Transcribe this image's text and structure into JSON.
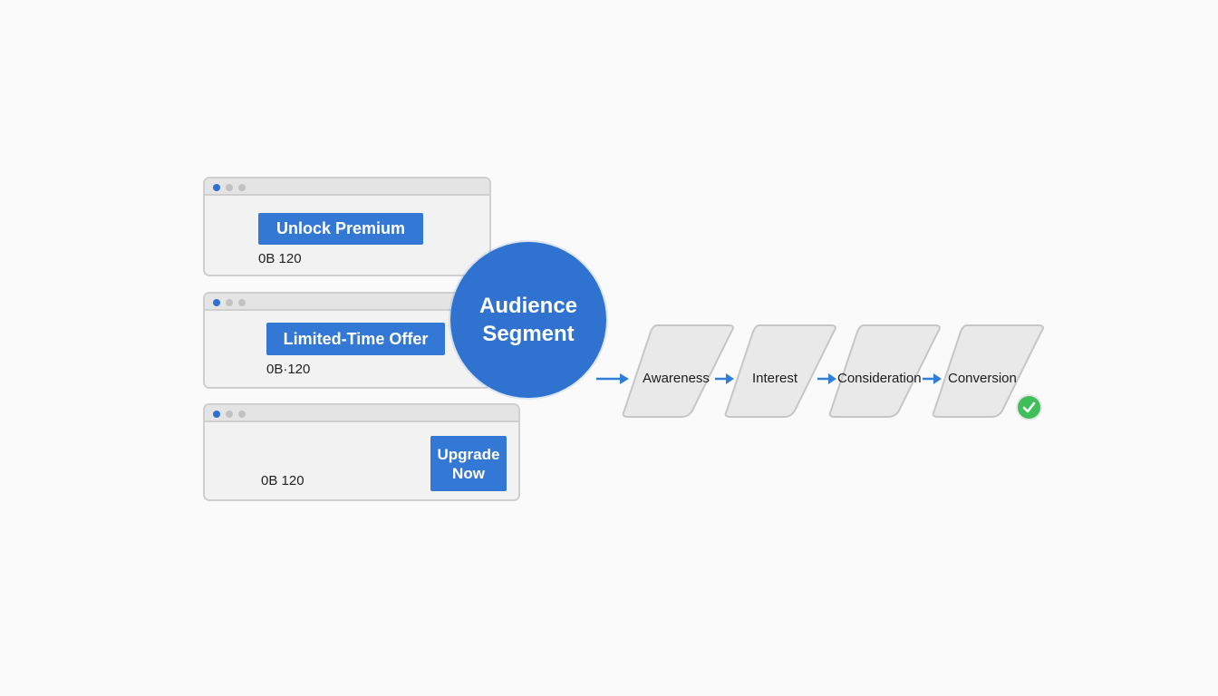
{
  "variants": [
    {
      "cta_label": "Unlock Premium",
      "metric": "0B 120"
    },
    {
      "cta_label": "Limited-Time Offer",
      "metric": "0B·120"
    },
    {
      "cta_label": "Upgrade Now",
      "metric": "0B 120"
    }
  ],
  "segment": {
    "line1": "Audience",
    "line2": "Segment"
  },
  "funnel": {
    "stages": [
      "Awareness",
      "Interest",
      "Consideration",
      "Conversion"
    ],
    "final_icon": "check-circle-icon"
  },
  "colors": {
    "accent": "#3378d4",
    "segment": "#2f72cf",
    "arrow": "#2f7fd8",
    "success": "#3fbf5a",
    "card_bg": "#f2f2f2",
    "stage_fill": "#e9e9e9"
  }
}
